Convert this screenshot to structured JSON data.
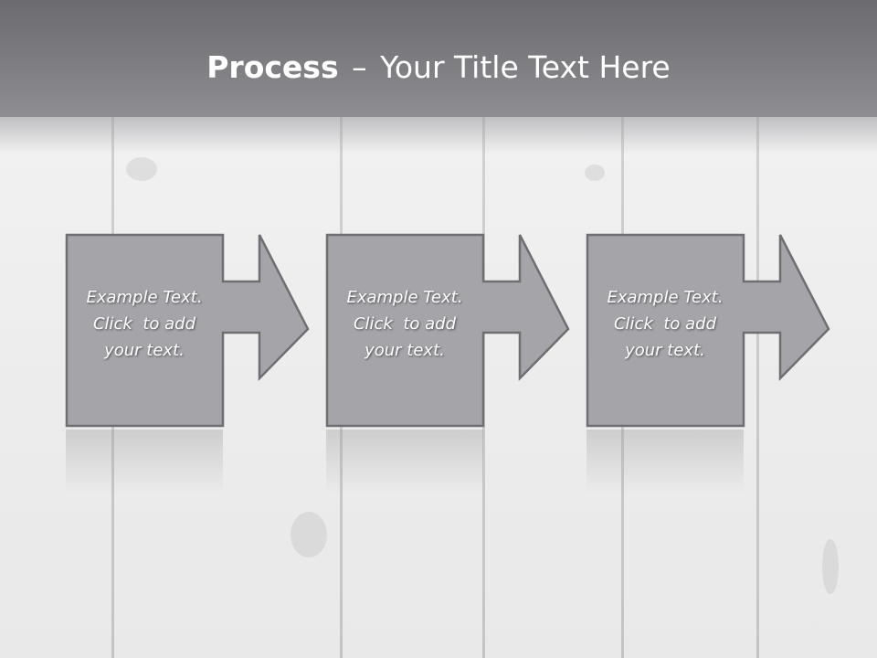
{
  "title": {
    "bold": "Process",
    "dash": "–",
    "rest": "Your Title Text Here"
  },
  "steps": [
    {
      "line1": "Example Text.",
      "line2": "Click  to add",
      "line3": "your text."
    },
    {
      "line1": "Example Text.",
      "line2": "Click  to add",
      "line3": "your text."
    },
    {
      "line1": "Example Text.",
      "line2": "Click  to add",
      "line3": "your text."
    }
  ],
  "colors": {
    "header": "#7d7d82",
    "box_fill": "#a3a3a8",
    "box_stroke": "#707075",
    "text": "#ffffff"
  }
}
